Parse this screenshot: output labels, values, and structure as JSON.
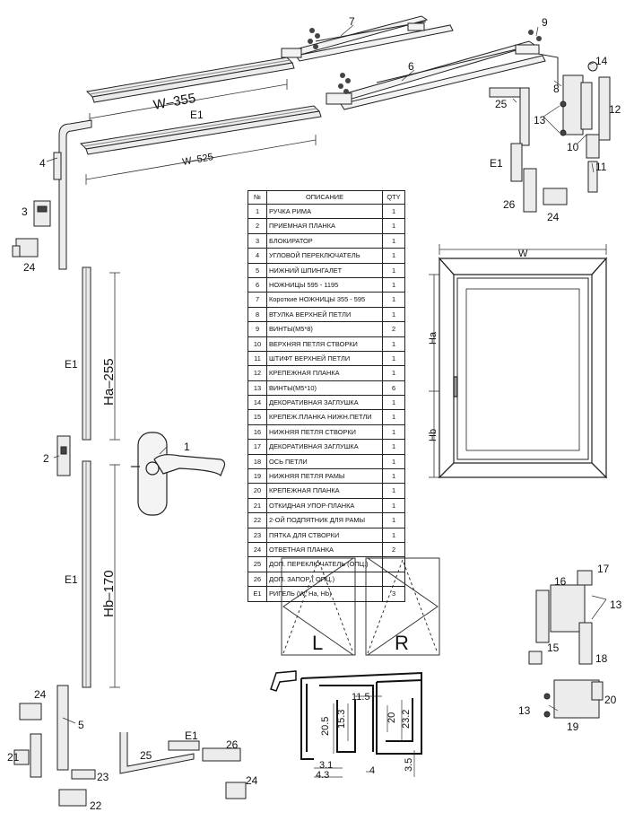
{
  "table": {
    "headers": {
      "no": "№",
      "desc": "ОПИСАНИЕ",
      "qty": "QTY"
    },
    "rows": [
      {
        "no": "1",
        "desc": "РУЧКА РИМА",
        "qty": "1"
      },
      {
        "no": "2",
        "desc": "ПРИЕМНАЯ ПЛАНКА",
        "qty": "1"
      },
      {
        "no": "3",
        "desc": "БЛОКИРАТОР",
        "qty": "1"
      },
      {
        "no": "4",
        "desc": "УГЛОВОЙ ПЕРЕКЛЮЧАТЕЛЬ",
        "qty": "1"
      },
      {
        "no": "5",
        "desc": "НИЖНИЙ ШПИНГАЛЕТ",
        "qty": "1"
      },
      {
        "no": "6",
        "desc": "НОЖНИЦЫ 595 - 1195",
        "qty": "1"
      },
      {
        "no": "7",
        "desc": "Короткие НОЖНИЦЫ 355 - 595",
        "qty": "1"
      },
      {
        "no": "8",
        "desc": "ВТУЛКА ВЕРХНЕЙ ПЕТЛИ",
        "qty": "1"
      },
      {
        "no": "9",
        "desc": "ВИНТЫ(M5*8)",
        "qty": "2"
      },
      {
        "no": "10",
        "desc": "ВЕРХНЯЯ ПЕТЛЯ СТВОРКИ",
        "qty": "1"
      },
      {
        "no": "11",
        "desc": "ШТИФТ ВЕРХНЕЙ ПЕТЛИ",
        "qty": "1"
      },
      {
        "no": "12",
        "desc": "КРЕПЕЖНАЯ ПЛАНКА",
        "qty": "1"
      },
      {
        "no": "13",
        "desc": "ВИНТЫ(M5*10)",
        "qty": "6"
      },
      {
        "no": "14",
        "desc": "ДЕКОРАТИВНАЯ ЗАГЛУШКА",
        "qty": "1"
      },
      {
        "no": "15",
        "desc": "КРЕПЕЖ.ПЛАНКА НИЖН.ПЕТЛИ",
        "qty": "1"
      },
      {
        "no": "16",
        "desc": "НИЖНЯЯ ПЕТЛЯ СТВОРКИ",
        "qty": "1"
      },
      {
        "no": "17",
        "desc": "ДЕКОРАТИВНАЯ ЗАГЛУШКА",
        "qty": "1"
      },
      {
        "no": "18",
        "desc": "ОСЬ ПЕТЛИ",
        "qty": "1"
      },
      {
        "no": "19",
        "desc": "НИЖНЯЯ ПЕТЛЯ РАМЫ",
        "qty": "1"
      },
      {
        "no": "20",
        "desc": "КРЕПЕЖНАЯ ПЛАНКА",
        "qty": "1"
      },
      {
        "no": "21",
        "desc": "ОТКИДНАЯ УПОР-ПЛАНКА",
        "qty": "1"
      },
      {
        "no": "22",
        "desc": "2-ОЙ ПОДПЯТНИК ДЛЯ РАМЫ",
        "qty": "1"
      },
      {
        "no": "23",
        "desc": "ПЯТКА ДЛЯ СТВОРКИ",
        "qty": "1"
      },
      {
        "no": "24",
        "desc": "ОТВЕТНАЯ ПЛАНКА",
        "qty": "2"
      },
      {
        "no": "25",
        "desc": "ДОП. ПЕРЕКЛЮЧАТЕЛЬ (ОПЦ.)",
        "qty": ""
      },
      {
        "no": "26",
        "desc": "ДОП. ЗАПОР ( ОПЦ.)",
        "qty": ""
      },
      {
        "no": "E1",
        "desc": "РИГЕЛЬ (W, Ha, Hb)",
        "qty": "3"
      }
    ]
  },
  "callouts": {
    "c1": "1",
    "c2": "2",
    "c3": "3",
    "c4": "4",
    "c5": "5",
    "c6": "6",
    "c7": "7",
    "c8": "8",
    "c9": "9",
    "c10": "10",
    "c11": "11",
    "c12": "12",
    "c13a": "13",
    "c13b": "13",
    "c13c": "13",
    "c14": "14",
    "c15": "15",
    "c16": "16",
    "c17": "17",
    "c18": "18",
    "c19": "19",
    "c20": "20",
    "c21": "21",
    "c22": "22",
    "c23": "23",
    "c24a": "24",
    "c24b": "24",
    "c24c": "24",
    "c24d": "24",
    "c25a": "25",
    "c25b": "25",
    "c26a": "26",
    "c26b": "26",
    "e1_top": "E1",
    "e1_hinge": "E1",
    "e1_left_upper": "E1",
    "e1_left_lower": "E1",
    "e1_bottom": "E1"
  },
  "dimensions": {
    "w355": "W–355",
    "w525": "W–525",
    "ha255": "Ha–255",
    "hb170": "Hb–170",
    "frame_w": "W",
    "frame_ha": "Ha",
    "frame_hb": "Hb",
    "d115": "11.5",
    "d205": "20.5",
    "d153": "15.3",
    "d20": "20",
    "d232": "23.2",
    "d31": "3.1",
    "d43": "4.3",
    "d4": "4",
    "d35": "3.5"
  },
  "opening": {
    "left": "L",
    "right": "R"
  }
}
